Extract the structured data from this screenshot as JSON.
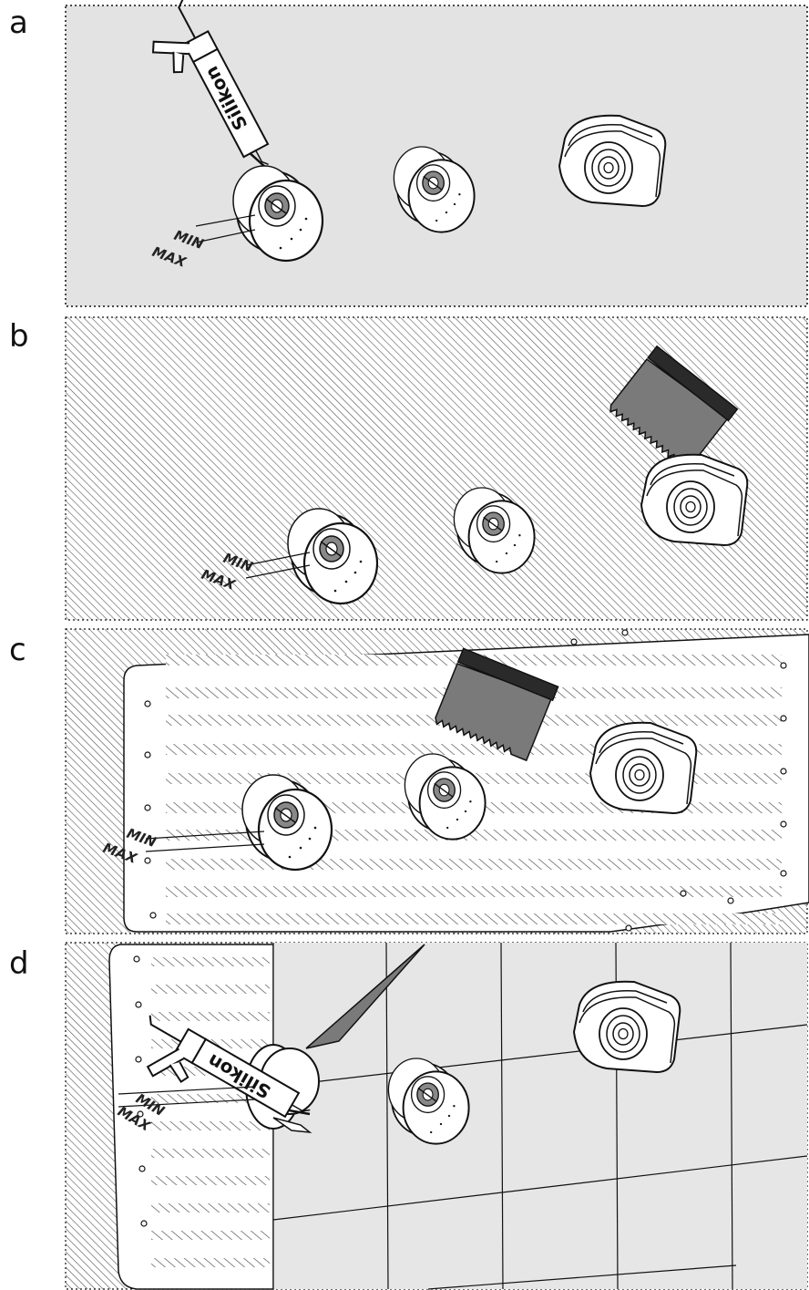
{
  "steps": [
    {
      "letter": "a"
    },
    {
      "letter": "b"
    },
    {
      "letter": "c"
    },
    {
      "letter": "d"
    }
  ],
  "labels": {
    "cartridge": "Silikon",
    "min": "MIN",
    "max": "MAX"
  },
  "colors": {
    "wall": "#e3e3e3",
    "hatch": "#555555",
    "tile": "#e6e6e6",
    "trowel_blade": "#7a7a7a",
    "trowel_handle": "#2a2a2a",
    "line": "#111111"
  }
}
